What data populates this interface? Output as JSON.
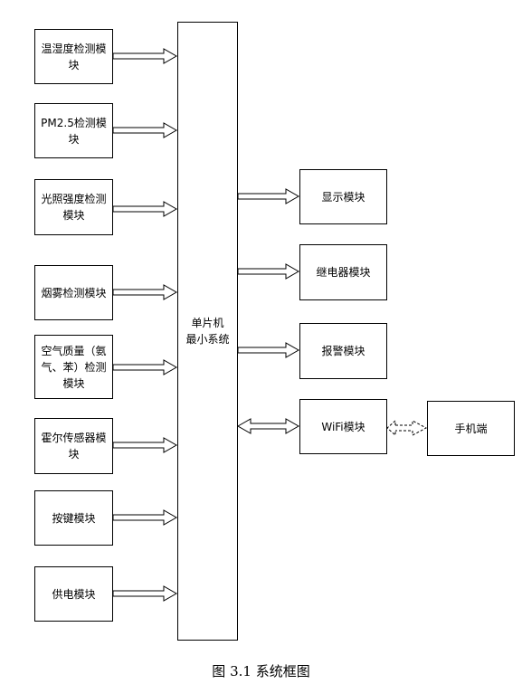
{
  "diagram": {
    "title": "图 3.1  系统框图",
    "mcu_label": "单片机\n最小系统",
    "input_modules": [
      {
        "name": "input-module-temp-humidity",
        "label": "温湿度检测模块"
      },
      {
        "name": "input-module-pm25",
        "label": "PM2.5检测模块"
      },
      {
        "name": "input-module-light",
        "label": "光照强度检测模块"
      },
      {
        "name": "input-module-smoke",
        "label": "烟雾检测模块"
      },
      {
        "name": "input-module-air-quality",
        "label": "空气质量（氨气、苯）检测模块"
      },
      {
        "name": "input-module-hall",
        "label": "霍尔传感器模块"
      },
      {
        "name": "input-module-keys",
        "label": "按键模块"
      },
      {
        "name": "input-module-power",
        "label": "供电模块"
      }
    ],
    "output_modules": [
      {
        "name": "output-module-display",
        "label": "显示模块"
      },
      {
        "name": "output-module-relay",
        "label": "继电器模块"
      },
      {
        "name": "output-module-alarm",
        "label": "报警模块"
      },
      {
        "name": "output-module-wifi",
        "label": "WiFi模块"
      }
    ],
    "phone_label": "手机端"
  }
}
